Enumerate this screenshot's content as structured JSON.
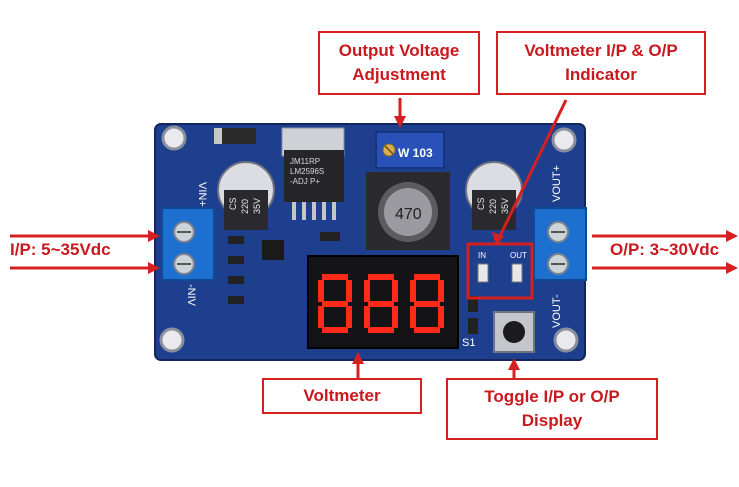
{
  "callouts": {
    "output_adjust": [
      "Output Voltage",
      "Adjustment"
    ],
    "indicator": [
      "Voltmeter I/P & O/P",
      "Indicator"
    ],
    "voltmeter": [
      "Voltmeter"
    ],
    "toggle": [
      "Toggle I/P or O/P",
      "Display"
    ]
  },
  "side_labels": {
    "input": "I/P: 5~35Vdc",
    "output": "O/P: 3~30Vdc"
  },
  "board": {
    "vin_plus": "VIN+",
    "vin_minus": "-NIV",
    "vout_plus": "VOUT+",
    "vout_minus": "VOUT-",
    "ic_lines": [
      "JM11RP",
      "LM2596S",
      "-ADJ P+"
    ],
    "cap_lines": [
      "CS",
      "220",
      "35V"
    ],
    "pot_code": "W 103",
    "inductor_code": "470",
    "led_in": "IN",
    "led_out": "OUT",
    "switch_label": "S1"
  },
  "colors": {
    "accent": "#d42020",
    "pcb": "#1f3f8c",
    "display_on": "#ff2a1a"
  }
}
